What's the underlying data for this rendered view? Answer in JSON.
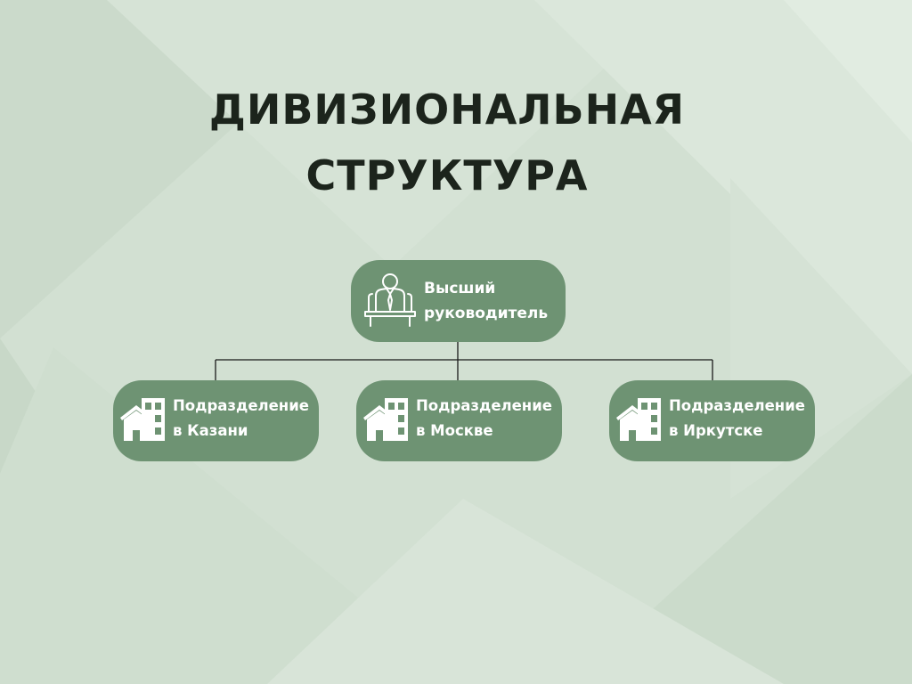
{
  "title": {
    "line1": "ДИВИЗИОНАЛЬНАЯ",
    "line2": "СТРУКТУРА"
  },
  "colors": {
    "background": "#d2e0d2",
    "node_fill": "#6e9373",
    "node_text": "#ffffff",
    "title_text": "#1c241c",
    "connector": "#1a1a1a"
  },
  "head": {
    "icon": "executive-at-desk-icon",
    "line1": "Высший",
    "line2": "руководитель"
  },
  "divisions": [
    {
      "icon": "buildings-icon",
      "line1": "Подразделение",
      "line2": "в Казани"
    },
    {
      "icon": "buildings-icon",
      "line1": "Подразделение",
      "line2": "в Москве"
    },
    {
      "icon": "buildings-icon",
      "line1": "Подразделение",
      "line2": "в Иркутске"
    }
  ]
}
